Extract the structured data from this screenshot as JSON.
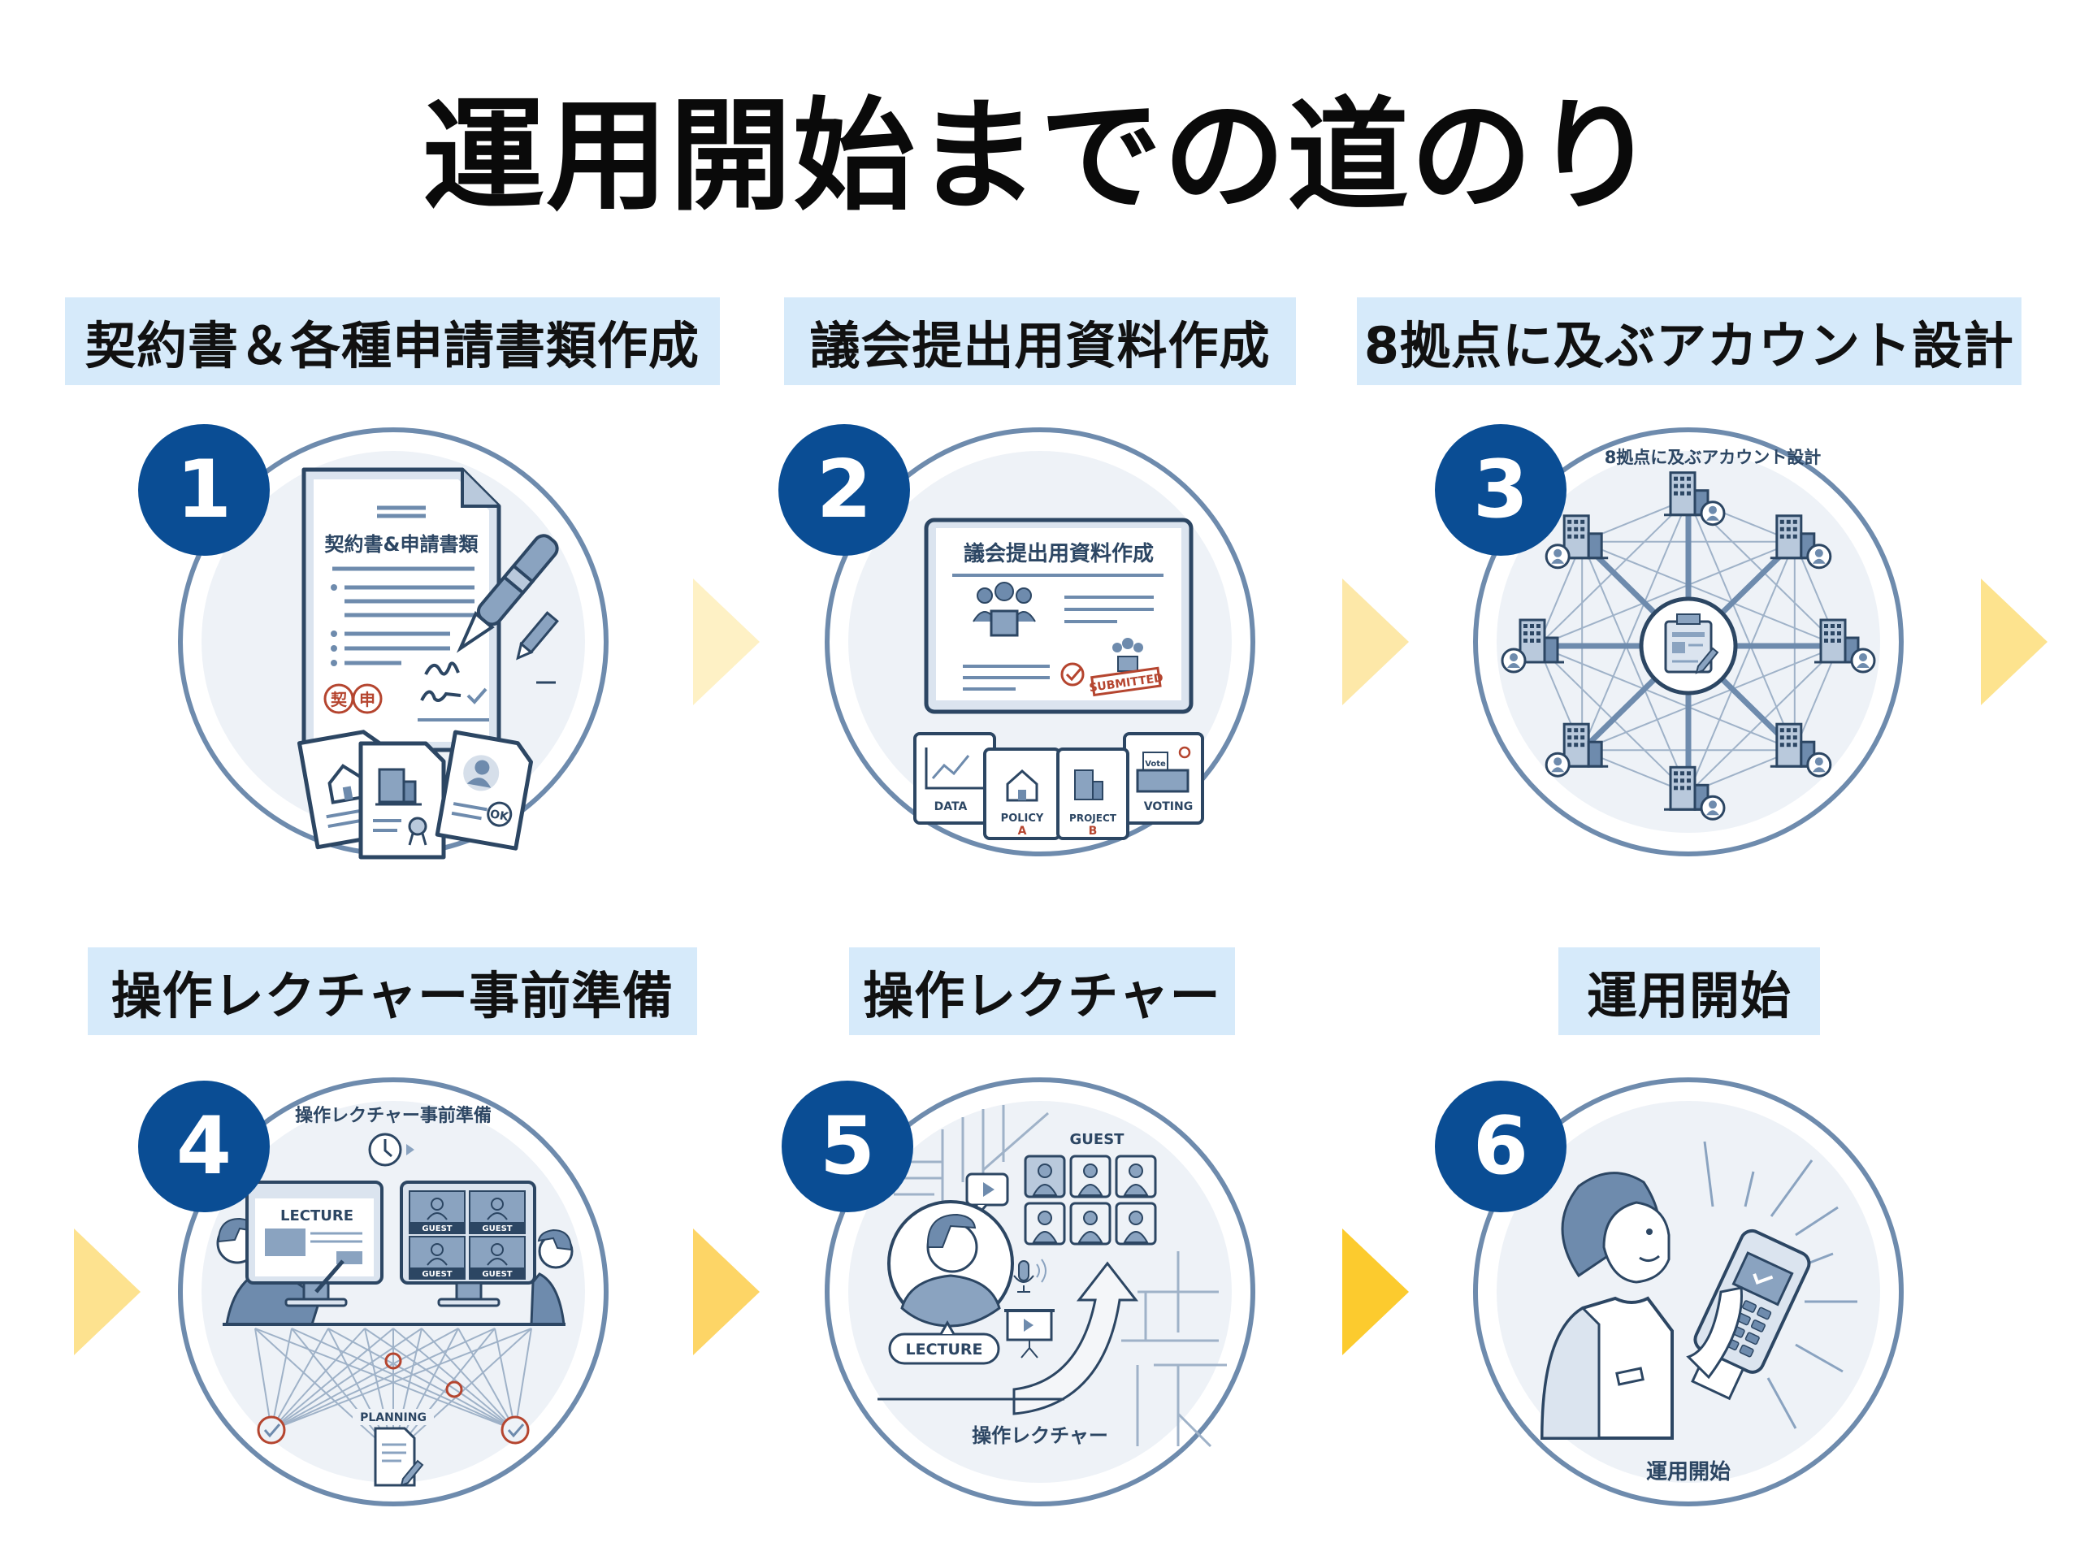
{
  "title": "運用開始までの道のり",
  "colors": {
    "label_bg": "#d6eafa",
    "badge": "#0a4d94",
    "ring": "#6e8bad",
    "ink": "#2c4663",
    "accent_red": "#b5452f",
    "arrows": [
      "#fef1c5",
      "#fde8a8",
      "#fde38e",
      "#fde28f",
      "#fdd566",
      "#fccb2e"
    ]
  },
  "steps": [
    {
      "number": "1",
      "label": "契約書＆各種申請書類作成",
      "illustration": {
        "doc_title": "契約書&申請書類",
        "seal_1": "契",
        "seal_2": "申",
        "ok": "OK",
        "icons": [
          "document-icon",
          "fountain-pen-icon",
          "pencil-icon",
          "house-document-icon",
          "building-document-icon",
          "person-document-icon"
        ]
      }
    },
    {
      "number": "2",
      "label": "議会提出用資料作成",
      "illustration": {
        "board_title": "議会提出用資料作成",
        "stamp": "SUBMITTED",
        "cards": [
          "DATA",
          "POLICY",
          "PROJECT",
          "VOTING"
        ],
        "card_sub": [
          "",
          "A",
          "B",
          ""
        ],
        "vote": "Vote"
      }
    },
    {
      "number": "3",
      "label": "8拠点に及ぶアカウント設計",
      "illustration": {
        "caption": "8拠点に及ぶアカウント設計",
        "nodes": 8
      }
    },
    {
      "number": "4",
      "label": "操作レクチャー事前準備",
      "illustration": {
        "caption": "操作レクチャー事前準備",
        "screen_left": "LECTURE",
        "guest": "GUEST",
        "planning": "PLANNING"
      }
    },
    {
      "number": "5",
      "label": "操作レクチャー",
      "illustration": {
        "guest": "GUEST",
        "lecture": "LECTURE",
        "caption": "操作レクチャー"
      }
    },
    {
      "number": "6",
      "label": "運用開始",
      "illustration": {
        "caption": "運用開始"
      }
    }
  ]
}
